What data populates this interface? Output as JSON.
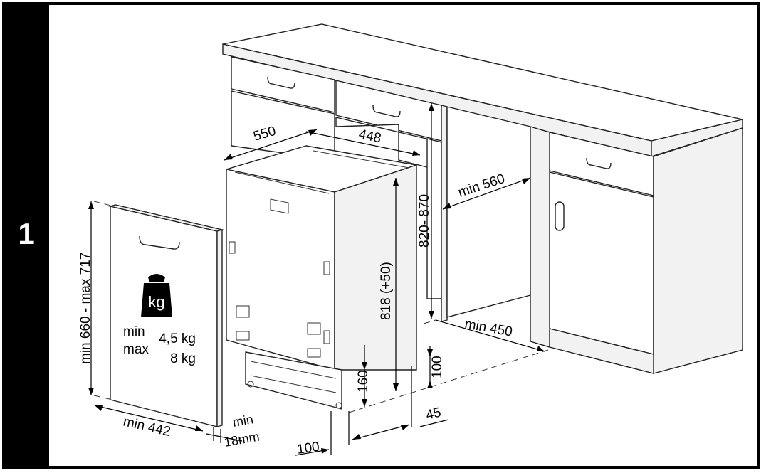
{
  "step": {
    "number": "1"
  },
  "panel": {
    "weight_icon_text": "kg",
    "weight_min_label": "min",
    "weight_min_value": "4,5 kg",
    "weight_max_label": "max",
    "weight_max_value": "8 kg"
  },
  "dimensions": {
    "panel_height": "min 660 - max 717",
    "panel_width": "min 442",
    "panel_thickness_label": "min",
    "panel_thickness_value": "18mm",
    "depth": "550",
    "width": "448",
    "appliance_height": "818 (+50)",
    "niche_height": "820- 870",
    "niche_width": "min 560",
    "niche_depth": "min 450",
    "plinth_height": "160",
    "plinth_gap_height": "100",
    "plinth_depth": "45",
    "foot_offset": "100"
  }
}
